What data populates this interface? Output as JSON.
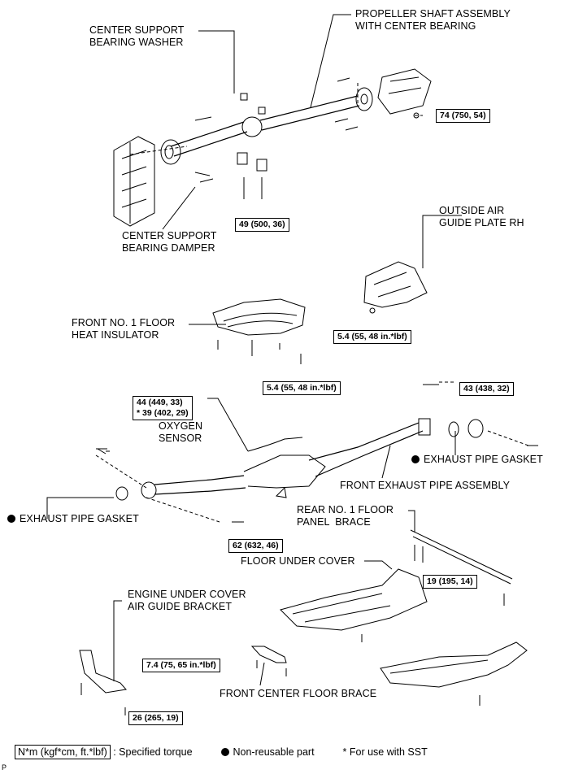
{
  "labels": {
    "center_support_bearing_washer": "CENTER SUPPORT\nBEARING WASHER",
    "propeller_shaft": "PROPELLER SHAFT ASSEMBLY\nWITH CENTER BEARING",
    "center_support_bearing_damper": "CENTER SUPPORT\nBEARING DAMPER",
    "outside_air_guide_plate": "OUTSIDE AIR\nGUIDE PLATE RH",
    "front_floor_heat_insulator": "FRONT NO. 1 FLOOR\nHEAT INSULATOR",
    "oxygen_sensor": "OXYGEN\nSENSOR",
    "exhaust_pipe_gasket_right": "EXHAUST PIPE GASKET",
    "front_exhaust_pipe": "FRONT EXHAUST PIPE ASSEMBLY",
    "exhaust_pipe_gasket_left": "EXHAUST PIPE GASKET",
    "rear_floor_panel_brace": "REAR NO. 1 FLOOR\nPANEL  BRACE",
    "floor_under_cover": "FLOOR UNDER COVER",
    "engine_under_cover_bracket": "ENGINE UNDER COVER\nAIR GUIDE BRACKET",
    "front_center_floor_brace": "FRONT CENTER FLOOR BRACE"
  },
  "torques": {
    "t74": "74 (750, 54)",
    "t49": "49 (500, 36)",
    "t54_plate": "5.4 (55, 48 in.*lbf)",
    "t54_insulator": "5.4 (55, 48 in.*lbf)",
    "t43": "43 (438, 32)",
    "t44_39": "44 (449, 33)\n* 39 (402, 29)",
    "t62": "62 (632, 46)",
    "t19": "19 (195, 14)",
    "t74_brace": "7.4 (75, 65 in.*lbf)",
    "t26": "26 (265, 19)"
  },
  "legend": {
    "torque_box": "N*m (kgf*cm, ft.*lbf)",
    "torque_text": ": Specified torque",
    "non_reusable": "Non-reusable part",
    "sst": "* For use with SST"
  },
  "footer_mark": "P"
}
